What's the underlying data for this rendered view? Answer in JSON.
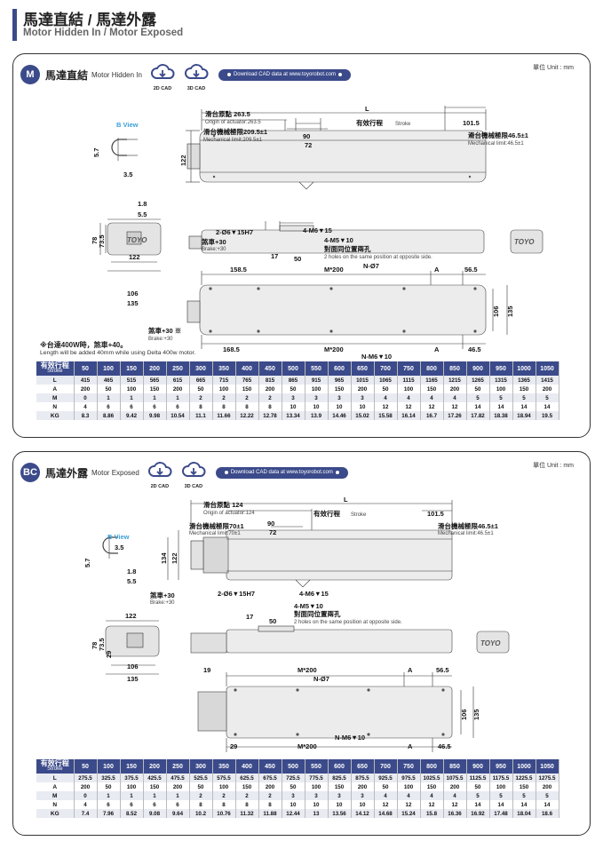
{
  "header": {
    "title": "馬達直結 / 馬達外露",
    "subtitle": "Motor Hidden In / Motor Exposed"
  },
  "common": {
    "cad2d": "2D CAD",
    "cad3d": "3D CAD",
    "download": "Download CAD data at www.toyorobot.com",
    "unit": "單位 Unit : mm",
    "brand": "TOYO"
  },
  "motor_hidden": {
    "badge": "M",
    "title": "馬達直結",
    "subtitle": "Motor Hidden In",
    "labels": {
      "L": "L",
      "origin": "滑台原點 263.5",
      "origin_en": "Origin of actuator:263.5",
      "stroke": "有效行程",
      "stroke_en": "Stroke",
      "d101_5": "101.5",
      "mech_left": "滑台機械極限209.5±1",
      "mech_left_en": "Mechanical limit:209.5±1",
      "mech_right": "滑台機械極限46.5±1",
      "mech_right_en": "Mechanical limit:46.5±1",
      "d90": "90",
      "d72": "72",
      "bview": "B View",
      "d3_5": "3.5",
      "d5_7": "5.7",
      "d1_8": "1.8",
      "d5_5": "5.5",
      "d122v": "122",
      "hole1": "2-Ø6▼15H7",
      "hole2": "4-M6▼15",
      "brake": "煞車+30",
      "brake_en": "Brake:+30",
      "hole3": "4-M5▼10",
      "opp": "對面同位置兩孔",
      "opp_en": "2 holes on the same position at opposite side.",
      "d17": "17",
      "d50": "50",
      "d122": "122",
      "d78": "78",
      "d73_5": "73.5",
      "d106": "106",
      "d135": "135",
      "d158_5": "158.5",
      "m200": "M*200",
      "n07": "N-Ø7",
      "A": "A",
      "d56_5": "56.5",
      "d106v": "106",
      "d135v": "135",
      "brake2": "煞車+30 ※",
      "brake2_en": "Brake:+30",
      "d168_5": "168.5",
      "nm6": "N-M6▼10",
      "d46_5": "46.5"
    },
    "note": "※台達400W時，煞車+40。",
    "note_en": "Length will be added 40mm while using Delta 400w motor.",
    "table": {
      "head": "有效行程",
      "head_en": "Stroke",
      "strokes": [
        "50",
        "100",
        "150",
        "200",
        "250",
        "300",
        "350",
        "400",
        "450",
        "500",
        "550",
        "600",
        "650",
        "700",
        "750",
        "800",
        "850",
        "900",
        "950",
        "1000",
        "1050"
      ],
      "rows": [
        {
          "name": "L",
          "values": [
            "415",
            "465",
            "515",
            "565",
            "615",
            "665",
            "715",
            "765",
            "815",
            "865",
            "915",
            "965",
            "1015",
            "1065",
            "1115",
            "1165",
            "1215",
            "1265",
            "1315",
            "1365",
            "1415"
          ]
        },
        {
          "name": "A",
          "values": [
            "200",
            "50",
            "100",
            "150",
            "200",
            "50",
            "100",
            "150",
            "200",
            "50",
            "100",
            "150",
            "200",
            "50",
            "100",
            "150",
            "200",
            "50",
            "100",
            "150",
            "200"
          ]
        },
        {
          "name": "M",
          "values": [
            "0",
            "1",
            "1",
            "1",
            "1",
            "2",
            "2",
            "2",
            "2",
            "3",
            "3",
            "3",
            "3",
            "4",
            "4",
            "4",
            "4",
            "5",
            "5",
            "5",
            "5"
          ]
        },
        {
          "name": "N",
          "values": [
            "4",
            "6",
            "6",
            "6",
            "6",
            "8",
            "8",
            "8",
            "8",
            "10",
            "10",
            "10",
            "10",
            "12",
            "12",
            "12",
            "12",
            "14",
            "14",
            "14",
            "14"
          ]
        },
        {
          "name": "KG",
          "values": [
            "8.3",
            "8.86",
            "9.42",
            "9.98",
            "10.54",
            "11.1",
            "11.66",
            "12.22",
            "12.78",
            "13.34",
            "13.9",
            "14.46",
            "15.02",
            "15.58",
            "16.14",
            "16.7",
            "17.26",
            "17.82",
            "18.38",
            "18.94",
            "19.5"
          ]
        }
      ]
    }
  },
  "motor_exposed": {
    "badge": "BC",
    "title": "馬達外露",
    "subtitle": "Motor Exposed",
    "labels": {
      "L": "L",
      "origin": "滑台原點 124",
      "origin_en": "Origin of actuator:124",
      "stroke": "有效行程",
      "stroke_en": "Stroke",
      "d101_5": "101.5",
      "mech_left": "滑台機械極限70±1",
      "mech_left_en": "Mechanical limit:70±1",
      "mech_right": "滑台機械極限46.5±1",
      "mech_right_en": "Mechanical limit:46.5±1",
      "d90": "90",
      "d72": "72",
      "bview": "B View",
      "d3_5": "3.5",
      "d5_7": "5.7",
      "d1_8": "1.8",
      "d5_5": "5.5",
      "d134": "134",
      "d122v": "122",
      "brake": "煞車+30",
      "brake_en": "Brake:+30",
      "hole1": "2-Ø6▼15H7",
      "hole2": "4-M6▼15",
      "hole3": "4-M5▼10",
      "opp": "對面同位置兩孔",
      "opp_en": "2 holes on the same position at opposite side.",
      "d17": "17",
      "d50": "50",
      "d122": "122",
      "d78": "78",
      "d73_5": "73.5",
      "d29": "29",
      "d106": "106",
      "d135": "135",
      "d19": "19",
      "m200": "M*200",
      "n07": "N-Ø7",
      "A": "A",
      "d56_5": "56.5",
      "d106v": "106",
      "d135v": "135",
      "d29b": "29",
      "nm6": "N-M6▼10",
      "d46_5": "46.5"
    },
    "table": {
      "head": "有效行程",
      "head_en": "Stroke",
      "strokes": [
        "50",
        "100",
        "150",
        "200",
        "250",
        "300",
        "350",
        "400",
        "450",
        "500",
        "550",
        "600",
        "650",
        "700",
        "750",
        "800",
        "850",
        "900",
        "950",
        "1000",
        "1050"
      ],
      "rows": [
        {
          "name": "L",
          "values": [
            "275.5",
            "325.5",
            "375.5",
            "425.5",
            "475.5",
            "525.5",
            "575.5",
            "625.5",
            "675.5",
            "725.5",
            "775.5",
            "825.5",
            "875.5",
            "925.5",
            "975.5",
            "1025.5",
            "1075.5",
            "1125.5",
            "1175.5",
            "1225.5",
            "1275.5"
          ]
        },
        {
          "name": "A",
          "values": [
            "200",
            "50",
            "100",
            "150",
            "200",
            "50",
            "100",
            "150",
            "200",
            "50",
            "100",
            "150",
            "200",
            "50",
            "100",
            "150",
            "200",
            "50",
            "100",
            "150",
            "200"
          ]
        },
        {
          "name": "M",
          "values": [
            "0",
            "1",
            "1",
            "1",
            "1",
            "2",
            "2",
            "2",
            "2",
            "3",
            "3",
            "3",
            "3",
            "4",
            "4",
            "4",
            "4",
            "5",
            "5",
            "5",
            "5"
          ]
        },
        {
          "name": "N",
          "values": [
            "4",
            "6",
            "6",
            "6",
            "6",
            "8",
            "8",
            "8",
            "8",
            "10",
            "10",
            "10",
            "10",
            "12",
            "12",
            "12",
            "12",
            "14",
            "14",
            "14",
            "14"
          ]
        },
        {
          "name": "KG",
          "values": [
            "7.4",
            "7.96",
            "8.52",
            "9.08",
            "9.64",
            "10.2",
            "10.76",
            "11.32",
            "11.88",
            "12.44",
            "13",
            "13.56",
            "14.12",
            "14.68",
            "15.24",
            "15.8",
            "16.36",
            "16.92",
            "17.48",
            "18.04",
            "18.6"
          ]
        }
      ]
    }
  }
}
